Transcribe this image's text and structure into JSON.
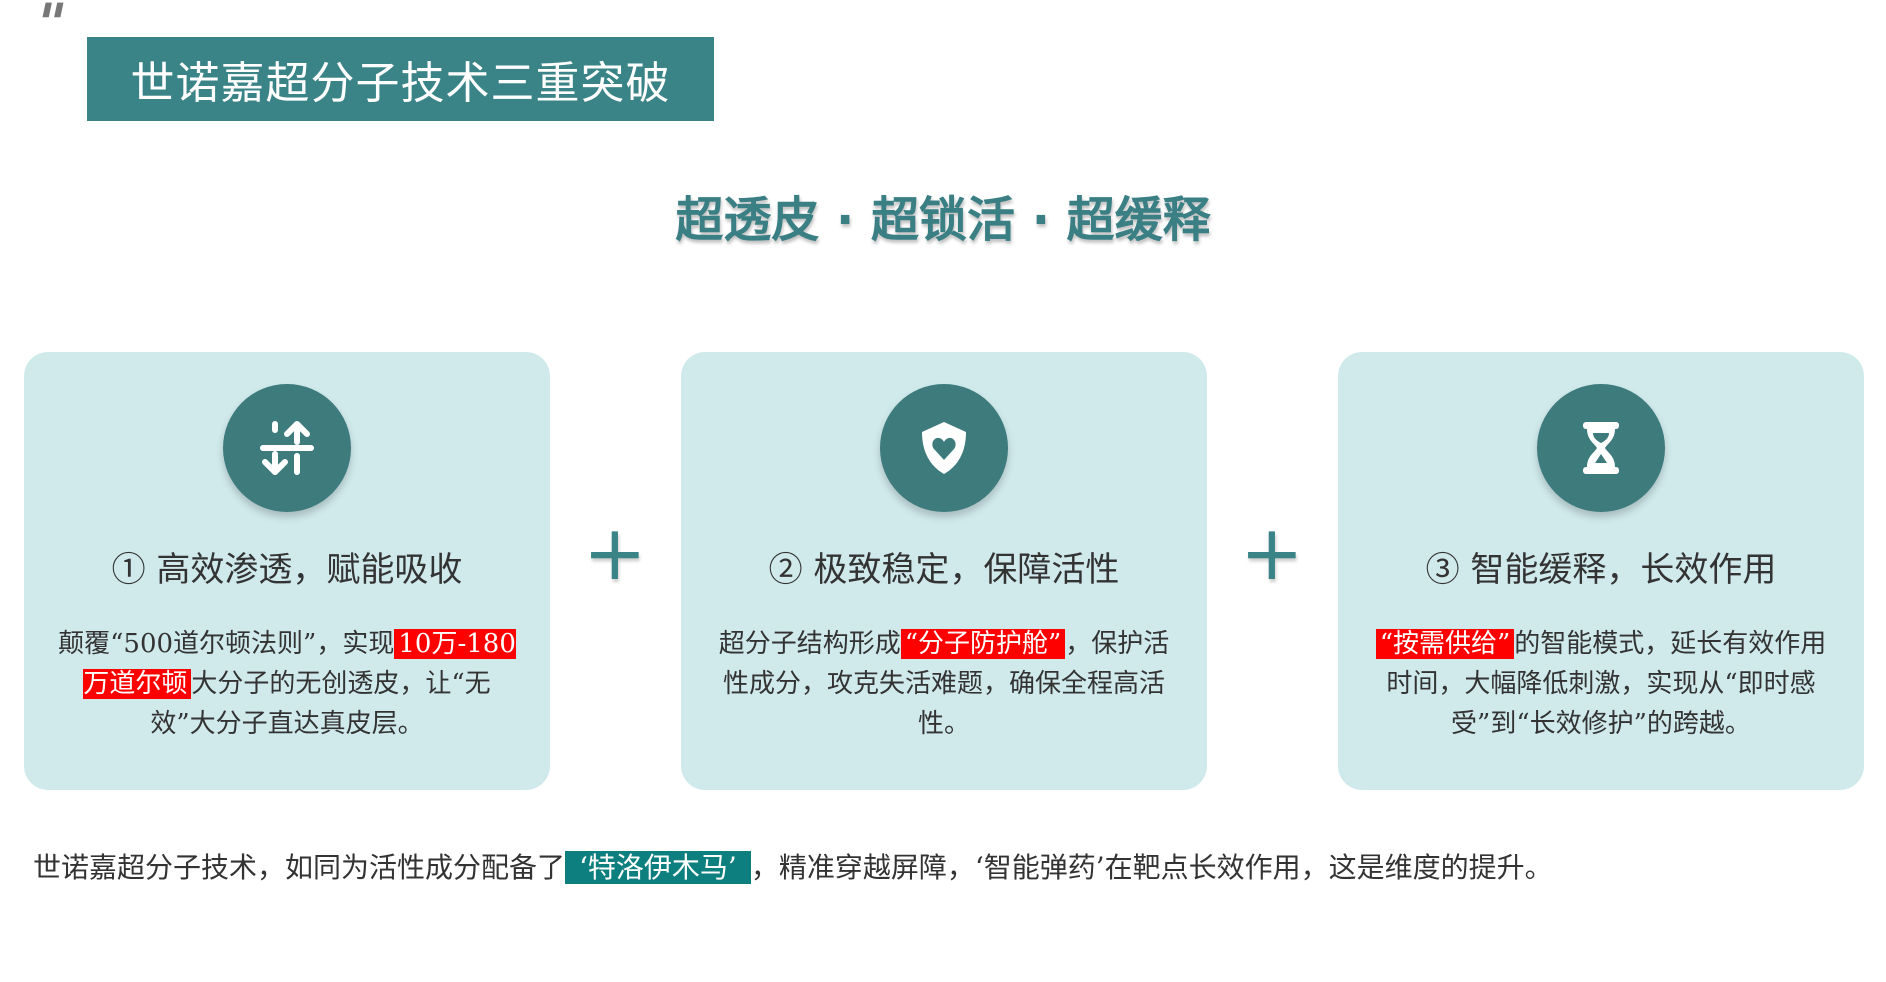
{
  "header": {
    "quote_mark": "\"",
    "title": "世诺嘉超分子技术三重突破"
  },
  "subtitle": "超透皮 · 超锁活 · 超缓释",
  "colors": {
    "teal": "#3a8487",
    "card_bg": "#d0eaec",
    "highlight_red": "#ff0000",
    "highlight_teal": "#0e7f7f"
  },
  "plus_sign": "+",
  "cards": [
    {
      "icon": "arrows-up-down-icon",
      "heading": "① 高效渗透，赋能吸收",
      "pre": "颠覆“500道尔顿法则”，实现",
      "highlight": "10万-180万道尔顿",
      "post": "大分子的无创透皮，让“无效”大分子直达真皮层。"
    },
    {
      "icon": "shield-heart-icon",
      "heading": "② 极致稳定，保障活性",
      "pre": "超分子结构形成",
      "highlight": "“分子防护舱”",
      "post": "，保护活性成分，攻克失活难题，确保全程高活性。"
    },
    {
      "icon": "hourglass-icon",
      "heading": "③ 智能缓释，长效作用",
      "pre": "",
      "highlight": "“按需供给”",
      "post": "的智能模式，延长有效作用时间，大幅降低刺激，实现从“即时感受”到“长效修护”的跨越。"
    }
  ],
  "bottom": {
    "pre": "世诺嘉超分子技术，如同为活性成分配备了",
    "highlight": "‘特洛伊木马’",
    "post": "，精准穿越屏障，‘智能弹药’在靶点长效作用，这是维度的提升。"
  }
}
